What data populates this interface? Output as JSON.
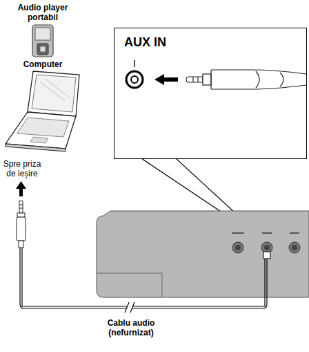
{
  "diagram": {
    "nodes": [
      {
        "text": [
          "AUX IN"
        ]
      }
    ],
    "labels": [
      "Audio player portabil",
      "Computer",
      "Spre priza de ieșire",
      "Cablu audio (nefurnizat)"
    ]
  }
}
